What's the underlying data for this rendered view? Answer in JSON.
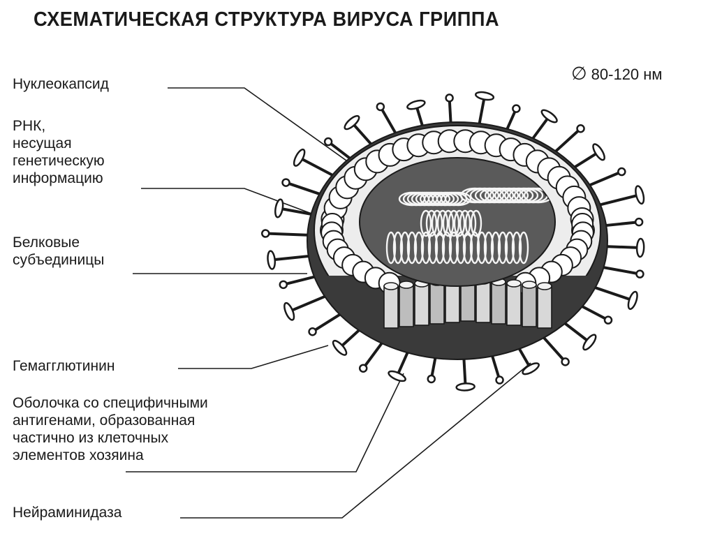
{
  "title": "СХЕМАТИЧЕСКАЯ СТРУКТУРА ВИРУСА ГРИППА",
  "size": {
    "symbol": "∅",
    "value": "80-120 нм"
  },
  "labels": {
    "nucleocapsid": "Нуклеокапсид",
    "rna": "РНК,\nнесущая\nгенетическую\nинформацию",
    "protein_subunits": "Белковые\nсубъединицы",
    "hemagglutinin": "Гемагглютинин",
    "envelope": "Оболочка со специфичными\nантигенами, образованная\nчастично из клеточных\nэлементов хозяина",
    "neuraminidase": "Нейраминидаза"
  },
  "colors": {
    "ink": "#1a1a1a",
    "shade": "#3a3a3a",
    "light": "#f2f2f2"
  }
}
